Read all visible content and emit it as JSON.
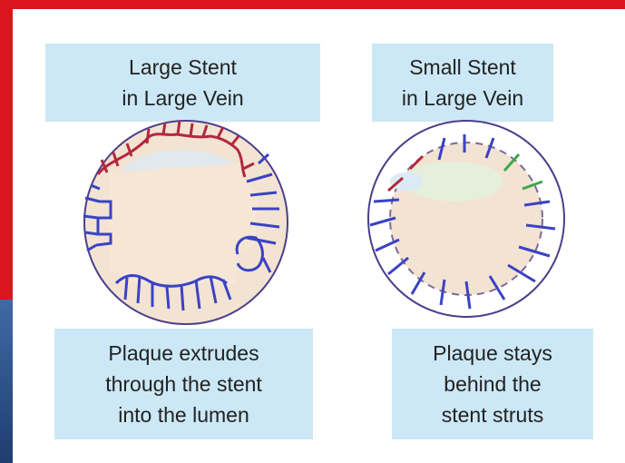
{
  "labels": {
    "large_stent_line1": "Large Stent",
    "large_stent_line2": "in Large Vein",
    "small_stent_line1": "Small Stent",
    "small_stent_line2": "in Large Vein",
    "left_caption_line1": "Plaque extrudes",
    "left_caption_line2": "through the stent",
    "left_caption_line3": "into the lumen",
    "right_caption_line1": "Plaque stays",
    "right_caption_line2": "behind the",
    "right_caption_line3": "stent struts"
  },
  "colors": {
    "frame": "#d9161c",
    "label_bg": "#cce8f6",
    "vessel_fill": "#f3e3d2",
    "lumen_fill": "#f6e6d6",
    "strut_blue": "#3a43c4",
    "strut_red": "#b3283c",
    "strut_green": "#3fa84a",
    "vessel_wall": "#4a3f8a"
  }
}
